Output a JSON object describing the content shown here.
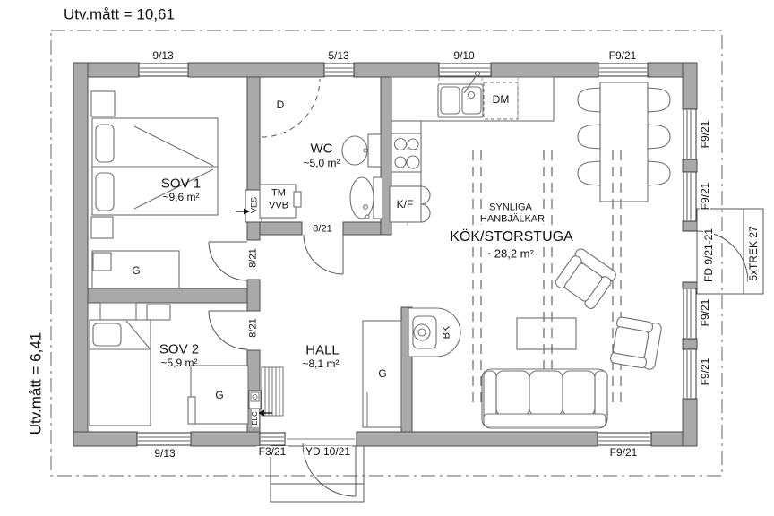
{
  "annotations": {
    "outer_width": "Utv.mått = 10,61",
    "outer_height": "Utv.mått = 6,41"
  },
  "rooms": {
    "sov1": {
      "name": "SOV 1",
      "area": "~9,6 m²"
    },
    "sov2": {
      "name": "SOV 2",
      "area": "~5,9 m²"
    },
    "wc": {
      "name": "WC",
      "area": "~5,0 m²"
    },
    "hall": {
      "name": "HALL",
      "area": "~8,1 m²"
    },
    "kitchen": {
      "name": "KÖK/STORSTUGA",
      "area": "~28,2 m²",
      "note_line1": "SYNLIGA",
      "note_line2": "HANBJÄLKAR"
    }
  },
  "openings": {
    "win_top_sov1": "9/13",
    "win_top_wc": "5/13",
    "win_top_kitchen": "9/10",
    "win_top_dining": "F9/21",
    "win_right_1": "F9/21",
    "win_right_2": "F9/21",
    "door_right": "FD 9/21-21",
    "deck": "5xTREK 27",
    "win_right_3": "F9/21",
    "win_right_4": "F9/21",
    "win_bottom_sov2": "9/13",
    "win_bottom_hall": "F3/21",
    "door_entrance": "YD 10/21",
    "win_bottom_living": "F9/21",
    "door_sov1": "8/21",
    "door_sov2": "8/21",
    "door_wc": "8/21"
  },
  "fixtures": {
    "shower": "D",
    "washer": "TM",
    "water_heater": "VVB",
    "vent_niche": "VES",
    "dishwasher": "DM",
    "fridge_freezer": "K/F",
    "wardrobe_sov1": "G",
    "wardrobe_sov2": "G",
    "wardrobe_hall": "G",
    "wood_stove": "BK",
    "electrical": "ELC"
  },
  "colors": {
    "wall_fill": "#a9a9a9",
    "wall_line": "#4c4c4c",
    "boundary_dash": "#808080",
    "furniture_line": "#707070"
  }
}
